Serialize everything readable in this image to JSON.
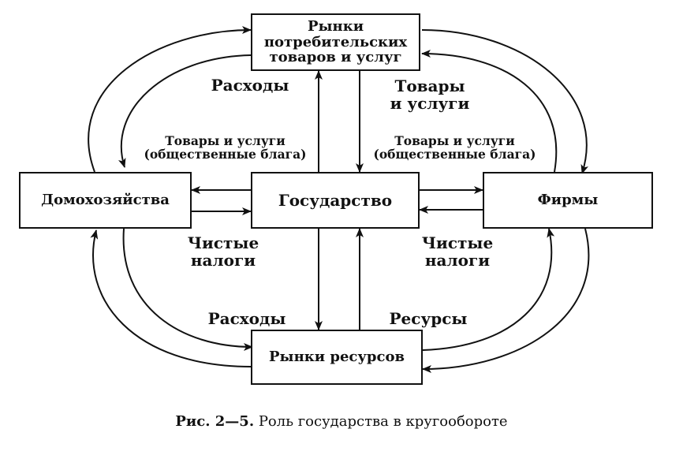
{
  "nodes": {
    "consumer_market": "Рынки\nпотребительских\nтоваров и услуг",
    "households": "Домохозяйства",
    "government": "Государство",
    "firms": "Фирмы",
    "resource_market": "Рынки ресурсов"
  },
  "labels": {
    "expenses_top": "Расходы",
    "goods_top": "Товары\nи услуги",
    "public_goods_left": "Товары и услуги\n(общественные блага)",
    "public_goods_right": "Товары и услуги\n(общественные блага)",
    "net_taxes_left": "Чистые\nналоги",
    "net_taxes_right": "Чистые\nналоги",
    "expenses_bottom": "Расходы",
    "resources_bottom": "Ресурсы"
  },
  "caption": {
    "number": "Рис. 2—5.",
    "text": " Роль государства в кругообороте"
  }
}
